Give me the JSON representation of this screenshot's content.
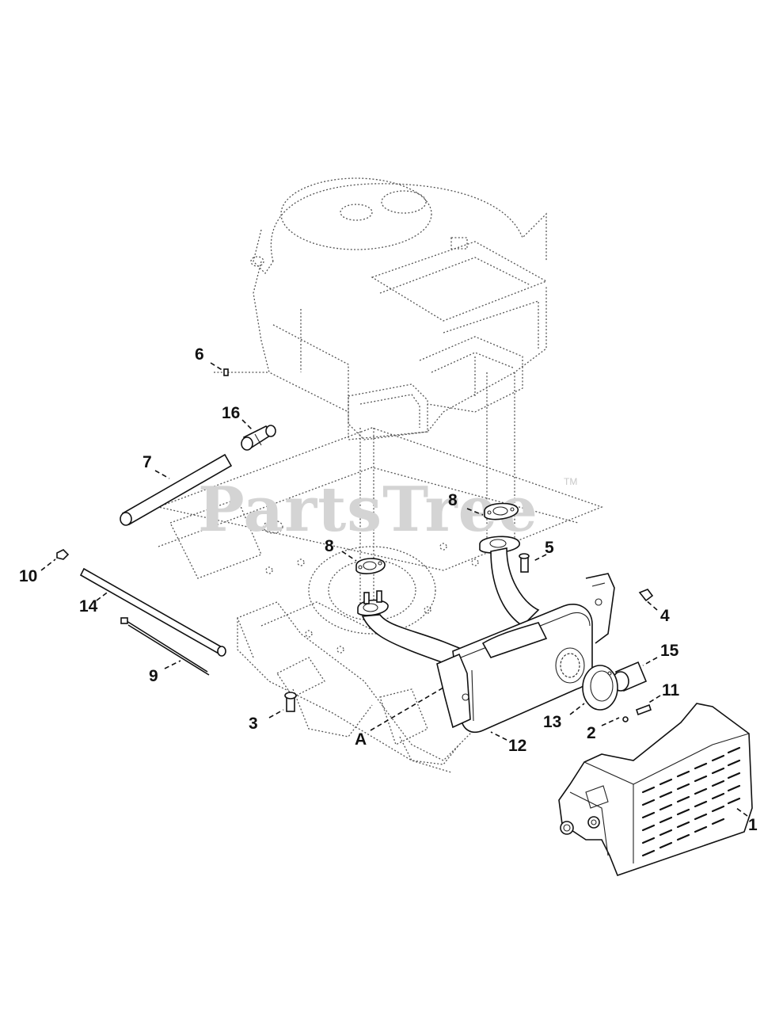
{
  "watermark": {
    "text": "PartsTree",
    "mark": "TM"
  },
  "callouts": [
    {
      "id": "c1",
      "label": "1"
    },
    {
      "id": "c2",
      "label": "2"
    },
    {
      "id": "c3",
      "label": "3"
    },
    {
      "id": "c4",
      "label": "4"
    },
    {
      "id": "c5",
      "label": "5"
    },
    {
      "id": "c6",
      "label": "6"
    },
    {
      "id": "c7",
      "label": "7"
    },
    {
      "id": "c8a",
      "label": "8"
    },
    {
      "id": "c8b",
      "label": "8"
    },
    {
      "id": "c9",
      "label": "9"
    },
    {
      "id": "c10",
      "label": "10"
    },
    {
      "id": "c11",
      "label": "11"
    },
    {
      "id": "c12",
      "label": "12"
    },
    {
      "id": "c13",
      "label": "13"
    },
    {
      "id": "c14",
      "label": "14"
    },
    {
      "id": "c15",
      "label": "15"
    },
    {
      "id": "c16",
      "label": "16"
    },
    {
      "id": "cA",
      "label": "A"
    }
  ],
  "icons": {
    "engine": "engine-illustration",
    "muffler": "muffler-illustration",
    "heat_shield": "heat-shield-illustration",
    "frame": "frame-illustration"
  },
  "colors": {
    "line": "#111111",
    "watermark": "#d4d4d4",
    "background": "#ffffff"
  }
}
